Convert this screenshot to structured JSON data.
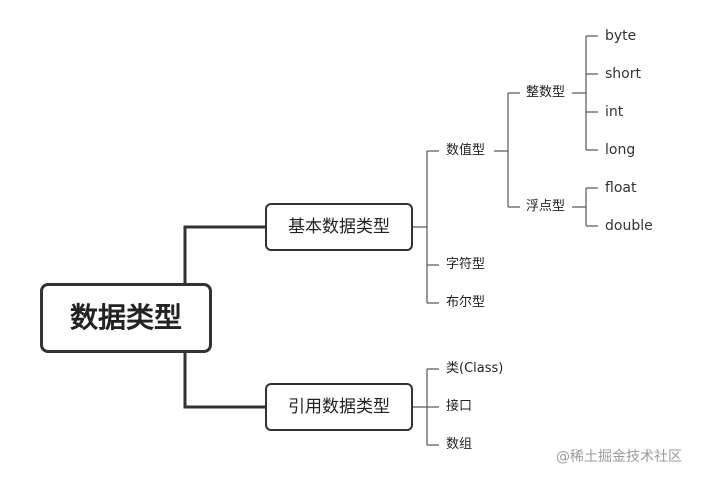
{
  "diagram": {
    "root": "数据类型",
    "primitive": {
      "label": "基本数据类型",
      "numeric": {
        "label": "数值型",
        "integer": {
          "label": "整数型",
          "items": [
            "byte",
            "short",
            "int",
            "long"
          ]
        },
        "floating": {
          "label": "浮点型",
          "items": [
            "float",
            "double"
          ]
        }
      },
      "char": "字符型",
      "boolean": "布尔型"
    },
    "reference": {
      "label": "引用数据类型",
      "items": [
        "类(Class)",
        "接口",
        "数组"
      ]
    }
  },
  "watermark": "@稀土掘金技术社区",
  "colors": {
    "line": "#333333",
    "text": "#222222",
    "watermark": "#9a9a9a"
  }
}
